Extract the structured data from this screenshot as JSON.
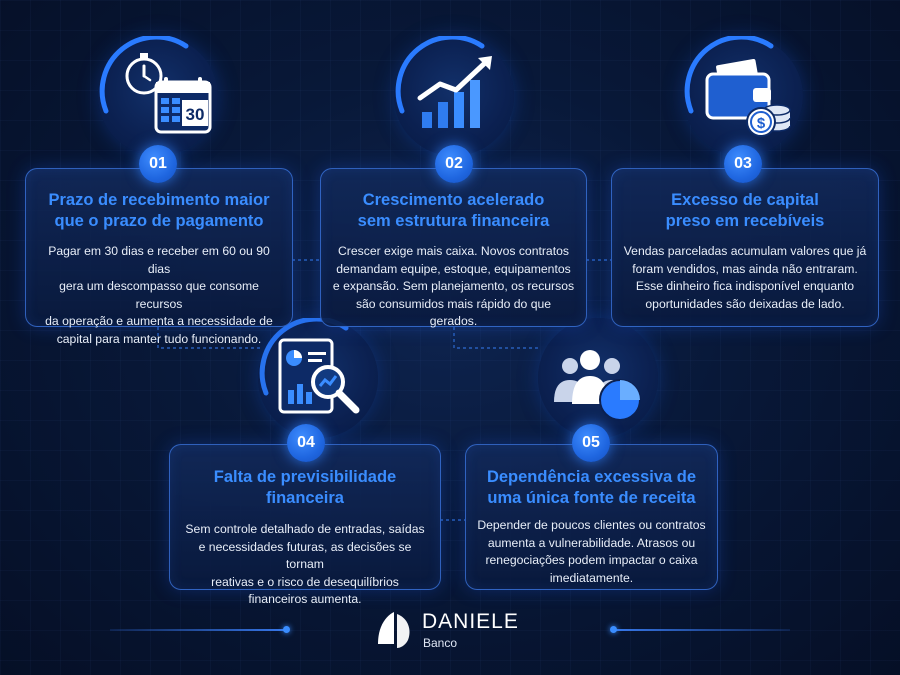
{
  "steps": [
    {
      "number": "01",
      "title_line1": "Prazo de recebimento maior",
      "title_line2": "que o prazo de pagamento",
      "text": [
        "Pagar em 30 dias e receber em 60 ou 90 dias",
        "gera um descompasso que consome recursos",
        "da operação e aumenta a necessidade de",
        "capital para manter tudo funcionando."
      ],
      "icon": "stopwatch-calendar-icon",
      "calendar_day": "30"
    },
    {
      "number": "02",
      "title_line1": "Crescimento acelerado",
      "title_line2": "sem estrutura financeira",
      "text": [
        "Crescer exige mais caixa. Novos contratos",
        "demandam equipe, estoque, equipamentos",
        "e expansão. Sem planejamento, os recursos",
        "são consumidos mais rápido do que gerados."
      ],
      "icon": "growth-chart-icon"
    },
    {
      "number": "03",
      "title_line1": "Excesso de capital",
      "title_line2": "preso em recebíveis",
      "text": [
        "Vendas parceladas acumulam valores que já",
        "foram vendidos, mas ainda não entraram.",
        "Esse dinheiro fica indisponível enquanto",
        "oportunidades são deixadas de lado."
      ],
      "icon": "wallet-coins-icon",
      "coin_symbol": "$"
    },
    {
      "number": "04",
      "title_line1": "Falta de previsibilidade financeira",
      "title_line2": "",
      "text": [
        "Sem controle detalhado de entradas, saídas",
        "e necessidades futuras, as decisões se tornam",
        "reativas e o risco de desequilíbrios",
        "financeiros aumenta."
      ],
      "icon": "report-magnifier-icon"
    },
    {
      "number": "05",
      "title_line1": "Dependência excessiva de",
      "title_line2": "uma única fonte de receita",
      "text": [
        "Depender de poucos clientes ou contratos",
        "aumenta a vulnerabilidade. Atrasos ou",
        "renegociações podem impactar o caixa",
        "imediatamente."
      ],
      "icon": "people-pie-icon"
    }
  ],
  "brand": {
    "name": "DANIELE",
    "subtitle": "Banco"
  },
  "colors": {
    "accent": "#3a8dff",
    "background": "#081838",
    "text": "#e8eef8"
  }
}
